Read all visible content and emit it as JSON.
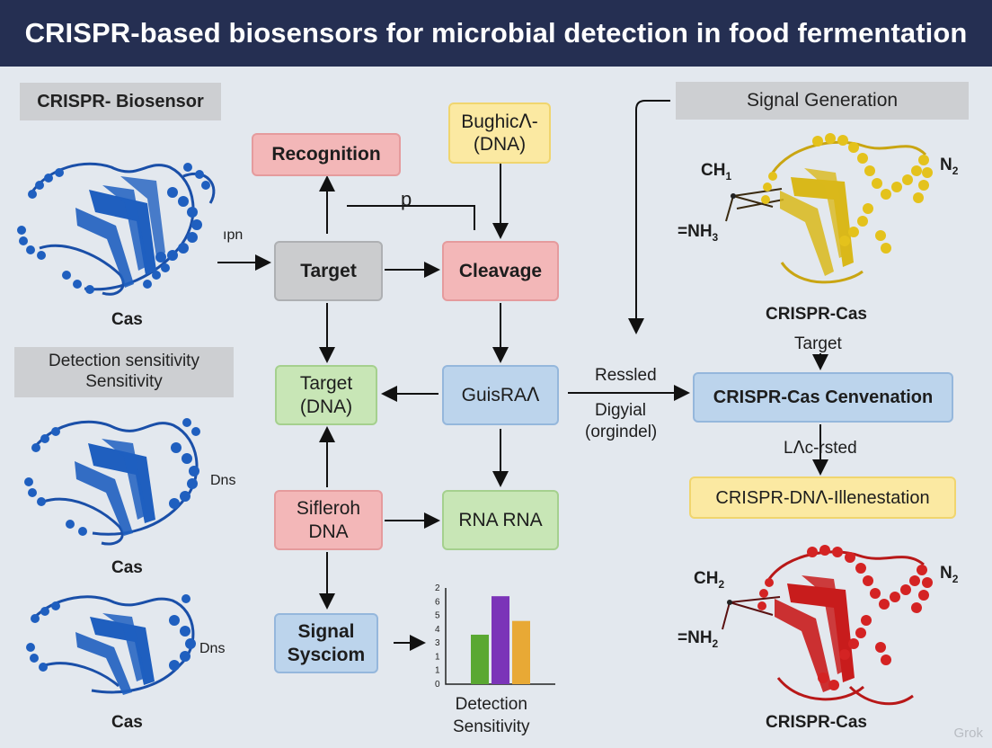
{
  "title": "CRISPR-based biosensors for microbial detection in food fermentation",
  "labels": {
    "biosensor": "CRISPR- Biosensor",
    "sensitivity_line1": "Detection sensitivity",
    "sensitivity_line2": "Sensitivity",
    "signal_generation": "Signal Generation"
  },
  "proteins": {
    "cas_top": "Cas",
    "cas_mid": "Cas",
    "cas_bottom": "Cas",
    "cas_top_arrow_label": "ıpn",
    "cas_mid_tag": "Dns",
    "cas_bottom_tag": "Dns",
    "crispr_cas_yellow": "CRISPR-Cas",
    "crispr_cas_red": "CRISPR-Cas"
  },
  "chem": {
    "yellow_ch": "CH",
    "yellow_ch_sub": "1",
    "yellow_nh": "=NH",
    "yellow_nh_sub": "3",
    "yellow_n": "N",
    "yellow_n_sub": "2",
    "red_ch": "CH",
    "red_ch_sub": "2",
    "red_nh": "=NH",
    "red_nh_sub": "2",
    "red_n": "N",
    "red_n_sub": "2"
  },
  "flow": {
    "recognition": "Recognition",
    "bughick_line1": "Bughicᐱ-",
    "bughick_line2": "(DNA)",
    "p_label": "p",
    "target": "Target",
    "cleavage": "Cleavage",
    "target_dna_line1": "Target",
    "target_dna_line2": "(DNA)",
    "guisram": "GuisRAᐱ",
    "sifleroh_line1": "Sifleroh",
    "sifleroh_line2": "DNA",
    "rna_rna": "RNA RNA",
    "signal_line1": "Signal",
    "signal_line2": "Sysciom"
  },
  "right_flow": {
    "ressled": "Ressled",
    "digyial": "Digyial",
    "orgindel": "(orgindel)",
    "target_label": "Target",
    "crispr_cas_cenvenation": "CRISPR-Cas Cenvenation",
    "incrsted": "Lᐱc-rsted",
    "crispr_dn_illenestation": "CRISPR-DNᐱ-Illenestation"
  },
  "chart_data": {
    "type": "bar",
    "categories": [
      "",
      "",
      ""
    ],
    "values": [
      3.6,
      6.4,
      4.6
    ],
    "colors": [
      "#5aa832",
      "#7b34b8",
      "#e8a935"
    ],
    "y_tick_labels": [
      "0",
      "1",
      "1",
      "3",
      "4",
      "5",
      "6",
      "2"
    ],
    "ylim": [
      0,
      7
    ],
    "xlabel_line1": "Detection",
    "xlabel_line2": "Sensitivity",
    "grid": false
  },
  "watermark": "Grok",
  "colors": {
    "title_bg": "#252f52",
    "background": "#e3e8ee",
    "cas_blue": "#1f5fbf",
    "cas_yellow": "#d9b81a",
    "cas_red": "#c81c1c"
  }
}
